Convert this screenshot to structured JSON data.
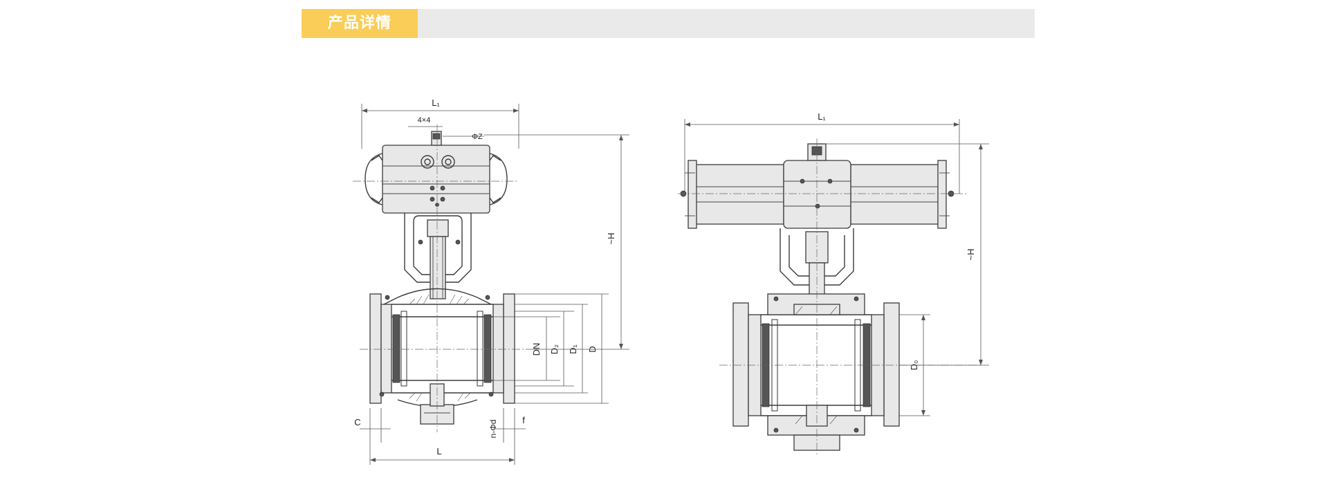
{
  "header": {
    "title": "产品详情"
  },
  "drawing_left": {
    "labels": {
      "L1": "L₁",
      "square": "4×4",
      "phiZ": "ΦZ",
      "H": "~H",
      "DN": "DN",
      "D2": "D₂",
      "D1": "D₁",
      "D": "D",
      "C": "C",
      "nphid": "n-Φd",
      "f": "f",
      "L": "L"
    }
  },
  "drawing_right": {
    "labels": {
      "L1": "L₁",
      "H": "~H",
      "D0": "D₀"
    }
  }
}
